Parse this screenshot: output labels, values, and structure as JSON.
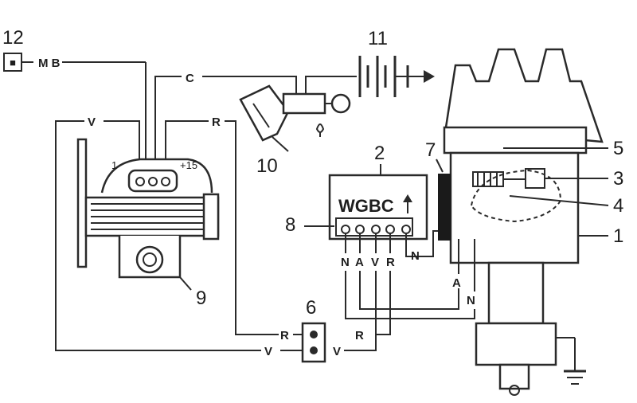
{
  "callouts": {
    "n1": "1",
    "n2": "2",
    "n3": "3",
    "n4": "4",
    "n5": "5",
    "n6": "6",
    "n7": "7",
    "n8": "8",
    "n9": "9",
    "n10": "10",
    "n11": "11",
    "n12": "12"
  },
  "wires": {
    "mb": "M B",
    "c": "C",
    "v_top": "V",
    "r_top": "R",
    "r_bottom": "R",
    "v_bottom": "V",
    "r_right": "R",
    "v_right": "V",
    "n_module": "N",
    "a_dist": "A",
    "n_dist": "N"
  },
  "module": {
    "label": "WGBC",
    "pins": [
      "N",
      "A",
      "V",
      "R"
    ]
  },
  "alternator": {
    "term_1": "1",
    "term_15": "+15"
  },
  "indicator": {
    "mark": "■"
  }
}
